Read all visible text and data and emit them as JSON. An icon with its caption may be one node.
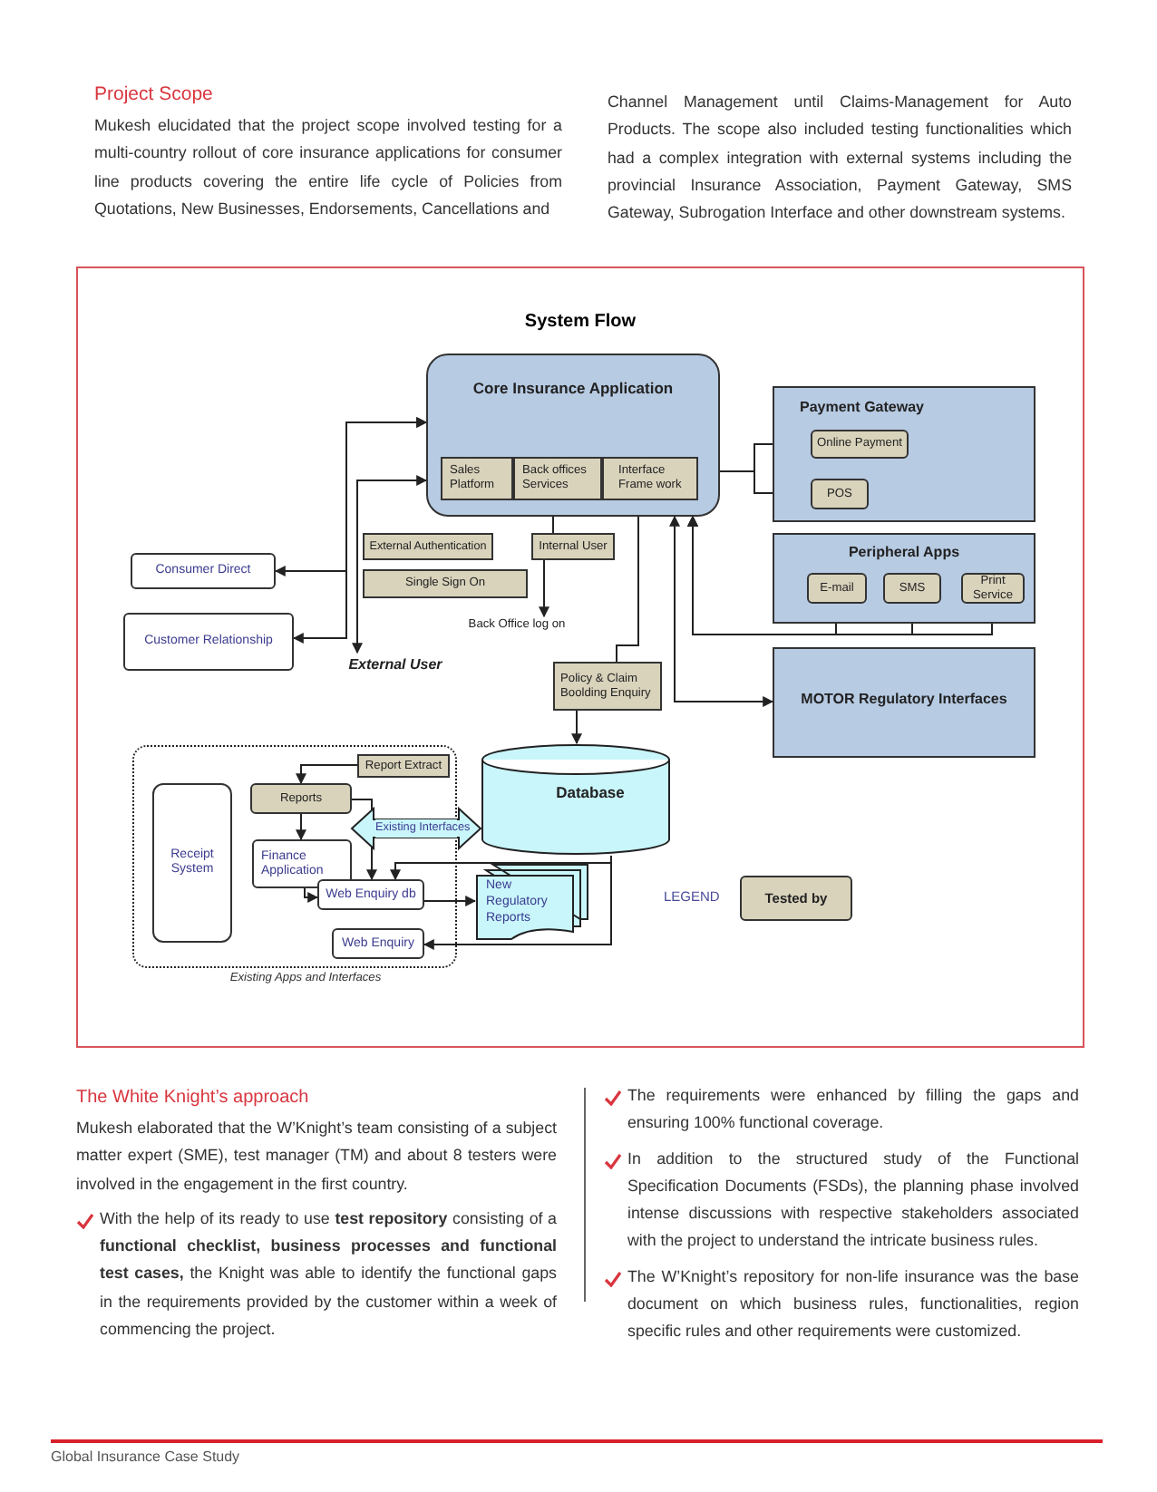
{
  "diagram": {
    "title": "System Flow",
    "nodes": [
      {
        "text": [
          "Core Insurance Application"
        ]
      },
      {
        "text": [
          "Sales Platform"
        ],
        "in": 0
      },
      {
        "text": [
          "Back offices Services"
        ],
        "in": 0
      },
      {
        "text": [
          "Interface Frame work"
        ],
        "in": 0
      },
      {
        "text": [
          "Payment Gateway"
        ]
      },
      {
        "text": [
          "Online Payment"
        ],
        "in": 4
      },
      {
        "text": [
          "POS"
        ],
        "in": 4
      },
      {
        "text": [
          "Peripheral Apps"
        ]
      },
      {
        "text": [
          "E-mail"
        ],
        "in": 7
      },
      {
        "text": [
          "SMS"
        ],
        "in": 7
      },
      {
        "text": [
          "Print Service"
        ],
        "in": 7
      },
      {
        "text": [
          "MOTOR Regulatory Interfaces"
        ]
      },
      {
        "text": [
          "External Authentication"
        ]
      },
      {
        "text": [
          "Internal User"
        ]
      },
      {
        "text": [
          "Single Sign On"
        ]
      },
      {
        "text": [
          "Consumer Direct"
        ]
      },
      {
        "text": [
          "Customer Relationship"
        ]
      },
      {
        "text": [
          "External User"
        ]
      },
      {
        "text": [
          "Back Office log on"
        ]
      },
      {
        "text": [
          "Policy & Claim Boolding Enquiry"
        ]
      },
      {
        "text": [
          "Existing Apps and Interfaces"
        ]
      },
      {
        "text": [
          "Report Extract"
        ],
        "in": 20
      },
      {
        "text": [
          "Reports"
        ],
        "in": 20
      },
      {
        "text": [
          "Receipt System"
        ],
        "in": 20
      },
      {
        "text": [
          "Finance Application"
        ],
        "in": 20
      },
      {
        "text": [
          "Web Enquiry db"
        ],
        "in": 20
      },
      {
        "text": [
          "Web Enquiry"
        ],
        "in": 20
      },
      {
        "text": [
          "Database"
        ]
      },
      {
        "text": [
          "New Regulatory Reports"
        ]
      }
    ],
    "edges": [
      {
        "from": 17,
        "to": 0,
        "arrow": "both"
      },
      {
        "from": 15,
        "to": 0,
        "arrow": "both"
      },
      {
        "from": 16,
        "to": 0,
        "arrow": "both"
      },
      {
        "from": 13,
        "to": 2,
        "arrow": "to"
      },
      {
        "from": 13,
        "to": 18,
        "arrow": "to"
      },
      {
        "from": 19,
        "to": 3,
        "arrow": "to"
      },
      {
        "from": 19,
        "to": 27,
        "arrow": "to"
      },
      {
        "from": 0,
        "to": 11,
        "arrow": "both"
      },
      {
        "from": 0,
        "to": 8,
        "arrow": "both"
      },
      {
        "from": 0,
        "to": 9,
        "arrow": "both"
      },
      {
        "from": 0,
        "to": 10,
        "arrow": "both"
      },
      {
        "from": 0,
        "to": 5,
        "arrow": "to"
      },
      {
        "from": 0,
        "to": 6,
        "arrow": "to"
      },
      {
        "from": 21,
        "to": 22,
        "arrow": "to"
      },
      {
        "from": 22,
        "to": 24,
        "arrow": "to"
      },
      {
        "from": 22,
        "to": 25,
        "arrow": "to"
      },
      {
        "from": 24,
        "to": 25,
        "arrow": "to"
      },
      {
        "from": 25,
        "to": 28,
        "arrow": "to"
      },
      {
        "from": 27,
        "to": 25,
        "arrow": "to"
      },
      {
        "from": 27,
        "to": 26,
        "arrow": "to"
      },
      {
        "from": 24,
        "to": 27,
        "arrow": "both",
        "style": "thick",
        "label": "Existing Interfaces"
      }
    ],
    "labels": [
      "Project Scope",
      "Mukesh elucidated that the project scope involved testing for a multi-country rollout of core insurance applications for consumer line products covering the entire life cycle of Policies from Quotations, New Businesses, Endorsements, Cancellations and",
      "Channel Management until Claims-Management for Auto Products. The scope also included testing functionalities which had a complex integration with external systems including the provincial Insurance Association, Payment Gateway, SMS Gateway, Subrogation Interface and other downstream systems.",
      "LEGEND",
      "The White Knight’s approach",
      "Mukesh elaborated that the W’Knight’s team consisting of a subject matter expert (SME), test manager (TM) and about 8 testers were involved in the engagement in the first country.",
      "With the help of its ready to use **test repository** consisting of a **functional checklist, business processes and functional test cases,** the Knight was able to identify the functional gaps in the requirements provided by the customer within a week of commencing the project.",
      "The requirements were enhanced by filling the gaps and ensuring 100% functional coverage.",
      "In addition to the structured study of the Functional Specification Documents (FSDs), the planning phase involved intense discussions with respective stakeholders associated with the project to understand the intricate business rules.",
      "The W’Knight’s repository for non-life insurance was the base document on which business rules, functionalities, region specific rules and other requirements were customized.",
      "Global Insurance Case Study"
    ],
    "legend": [
      {
        "text": "Tested by",
        "color": "#d9d3bc"
      }
    ]
  }
}
